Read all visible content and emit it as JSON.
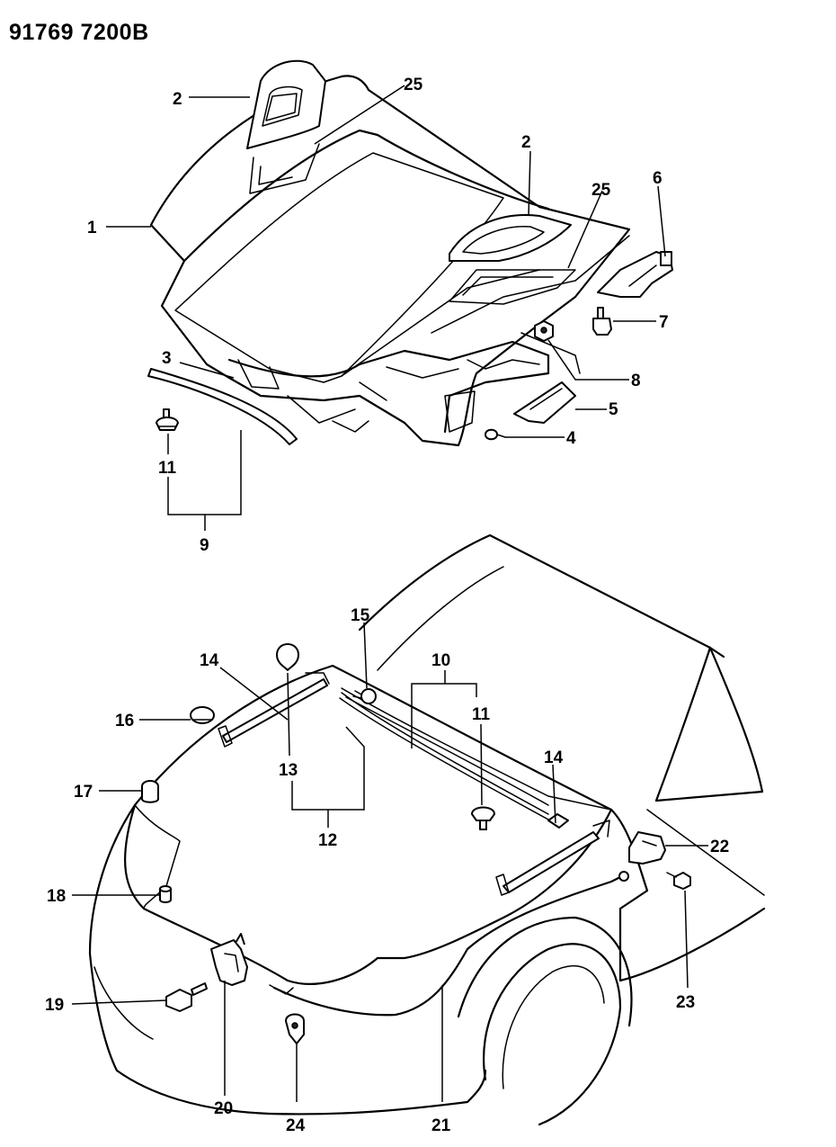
{
  "document_code": "91769 7200B",
  "callouts": [
    {
      "id": "c1",
      "label": "1"
    },
    {
      "id": "c2a",
      "label": "2"
    },
    {
      "id": "c2b",
      "label": "2"
    },
    {
      "id": "c3",
      "label": "3"
    },
    {
      "id": "c4",
      "label": "4"
    },
    {
      "id": "c5",
      "label": "5"
    },
    {
      "id": "c6",
      "label": "6"
    },
    {
      "id": "c7",
      "label": "7"
    },
    {
      "id": "c8",
      "label": "8"
    },
    {
      "id": "c9",
      "label": "9"
    },
    {
      "id": "c10",
      "label": "10"
    },
    {
      "id": "c11a",
      "label": "11"
    },
    {
      "id": "c11b",
      "label": "11"
    },
    {
      "id": "c12",
      "label": "12"
    },
    {
      "id": "c13",
      "label": "13"
    },
    {
      "id": "c14a",
      "label": "14"
    },
    {
      "id": "c14b",
      "label": "14"
    },
    {
      "id": "c15",
      "label": "15"
    },
    {
      "id": "c16",
      "label": "16"
    },
    {
      "id": "c17",
      "label": "17"
    },
    {
      "id": "c18",
      "label": "18"
    },
    {
      "id": "c19",
      "label": "19"
    },
    {
      "id": "c20",
      "label": "20"
    },
    {
      "id": "c21",
      "label": "21"
    },
    {
      "id": "c22",
      "label": "22"
    },
    {
      "id": "c23",
      "label": "23"
    },
    {
      "id": "c24",
      "label": "24"
    },
    {
      "id": "c25a",
      "label": "25"
    },
    {
      "id": "c25b",
      "label": "25"
    }
  ]
}
